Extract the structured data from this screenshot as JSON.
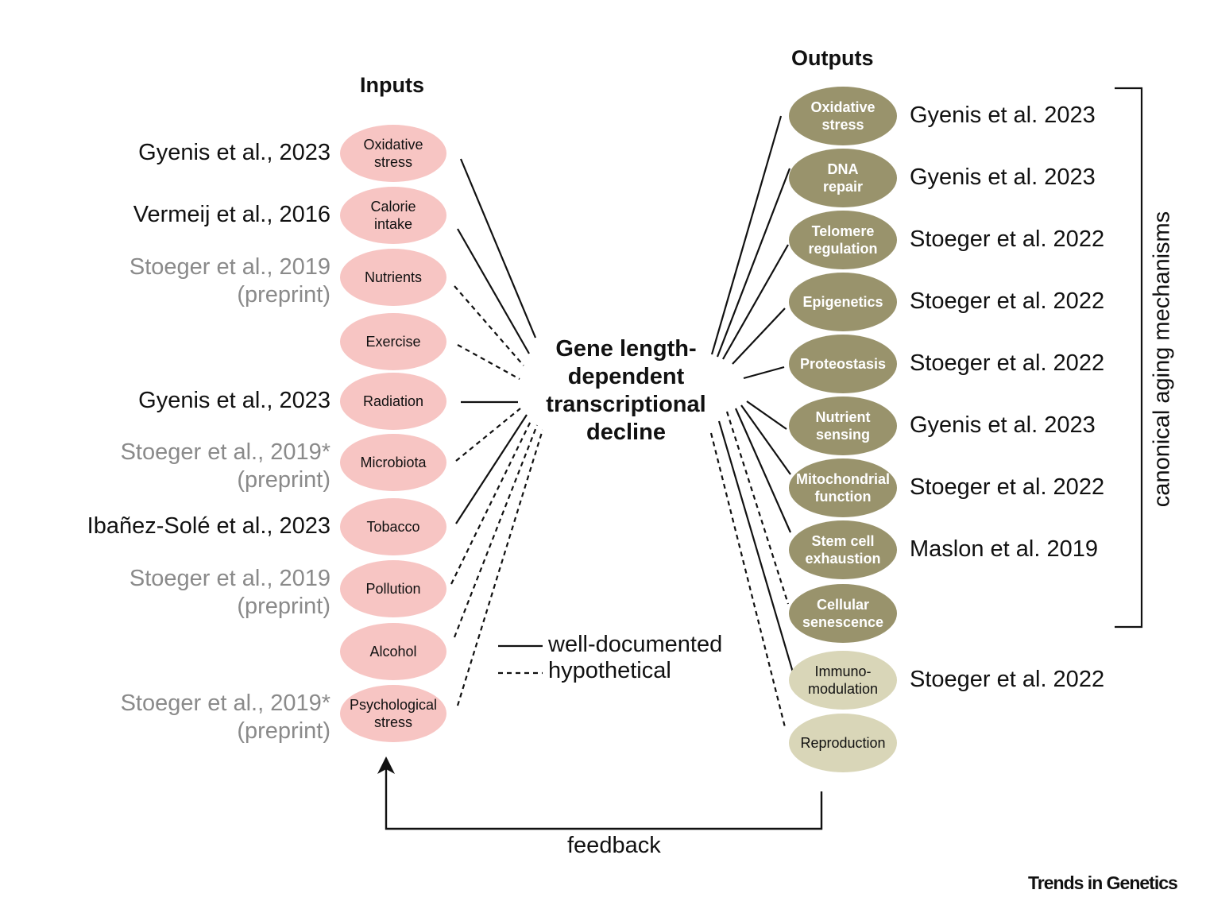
{
  "headings": {
    "inputs": "Inputs",
    "outputs": "Outputs"
  },
  "center": "Gene length-\ndependent\ntranscriptional\ndecline",
  "colors": {
    "input_fill": "#f7c5c3",
    "output_dark_fill": "#99936c",
    "output_light_fill": "#d9d6b8",
    "citation_black": "#111111",
    "citation_grey": "#8a8a8a",
    "line": "#111111"
  },
  "inputs": [
    {
      "label": "Oxidative\nstress",
      "citation": "Gyenis et al., 2023",
      "citation_style": "black",
      "link": "well-documented"
    },
    {
      "label": "Calorie\nintake",
      "citation": "Vermeij et al., 2016",
      "citation_style": "black",
      "link": "well-documented"
    },
    {
      "label": "Nutrients",
      "citation": "Stoeger et al., 2019\n(preprint)",
      "citation_style": "grey",
      "link": "hypothetical"
    },
    {
      "label": "Exercise",
      "citation": "",
      "citation_style": "black",
      "link": "hypothetical"
    },
    {
      "label": "Radiation",
      "citation": "Gyenis et al., 2023",
      "citation_style": "black",
      "link": "well-documented"
    },
    {
      "label": "Microbiota",
      "citation": "Stoeger et al., 2019*\n(preprint)",
      "citation_style": "grey",
      "link": "hypothetical"
    },
    {
      "label": "Tobacco",
      "citation": "Ibañez-Solé et al., 2023",
      "citation_style": "black",
      "link": "well-documented"
    },
    {
      "label": "Pollution",
      "citation": "Stoeger et al., 2019\n(preprint)",
      "citation_style": "grey",
      "link": "hypothetical"
    },
    {
      "label": "Alcohol",
      "citation": "",
      "citation_style": "black",
      "link": "hypothetical"
    },
    {
      "label": "Psychological\nstress",
      "citation": "Stoeger et al., 2019*\n(preprint)",
      "citation_style": "grey",
      "link": "hypothetical"
    }
  ],
  "outputs": [
    {
      "label": "Oxidative\nstress",
      "citation": "Gyenis et al. 2023",
      "shade": "dark",
      "link": "well-documented"
    },
    {
      "label": "DNA\nrepair",
      "citation": "Gyenis et al. 2023",
      "shade": "dark",
      "link": "well-documented"
    },
    {
      "label": "Telomere\nregulation",
      "citation": "Stoeger et al. 2022",
      "shade": "dark",
      "link": "well-documented"
    },
    {
      "label": "Epigenetics",
      "citation": "Stoeger et al. 2022",
      "shade": "dark",
      "link": "well-documented"
    },
    {
      "label": "Proteostasis",
      "citation": "Stoeger et al. 2022",
      "shade": "dark",
      "link": "well-documented"
    },
    {
      "label": "Nutrient\nsensing",
      "citation": "Gyenis et al. 2023",
      "shade": "dark",
      "link": "well-documented"
    },
    {
      "label": "Mitochondrial\nfunction",
      "citation": "Stoeger et al. 2022",
      "shade": "dark",
      "link": "well-documented"
    },
    {
      "label": "Stem cell\nexhaustion",
      "citation": "Maslon et al. 2019",
      "shade": "dark",
      "link": "well-documented"
    },
    {
      "label": "Cellular\nsenescence",
      "citation": "",
      "shade": "dark",
      "link": "hypothetical"
    },
    {
      "label": "Immuno-\nmodulation",
      "citation": "Stoeger et al. 2022",
      "shade": "light",
      "link": "well-documented"
    },
    {
      "label": "Reproduction",
      "citation": "",
      "shade": "light",
      "link": "hypothetical"
    }
  ],
  "legend": {
    "solid": "well-documented",
    "dashed": "hypothetical"
  },
  "bracket_label": "canonical aging mechanisms",
  "feedback_label": "feedback",
  "journal": "Trends in Genetics"
}
